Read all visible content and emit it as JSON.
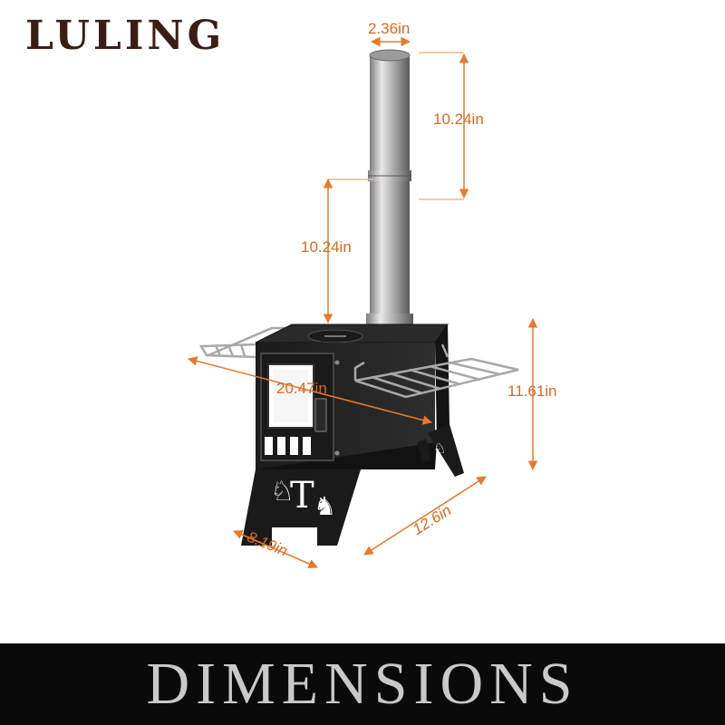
{
  "brand": {
    "name": "LULING"
  },
  "banner": {
    "title": "DIMENSIONS"
  },
  "accent_color": "#e77a2a",
  "dimensions": {
    "chimney_diameter": "2.36in",
    "chimney_upper_section": "10.24in",
    "chimney_lower_section": "10.24in",
    "width_with_racks": "20.47in",
    "height": "11.61in",
    "depth": "12.6in",
    "width": "8.19in"
  }
}
